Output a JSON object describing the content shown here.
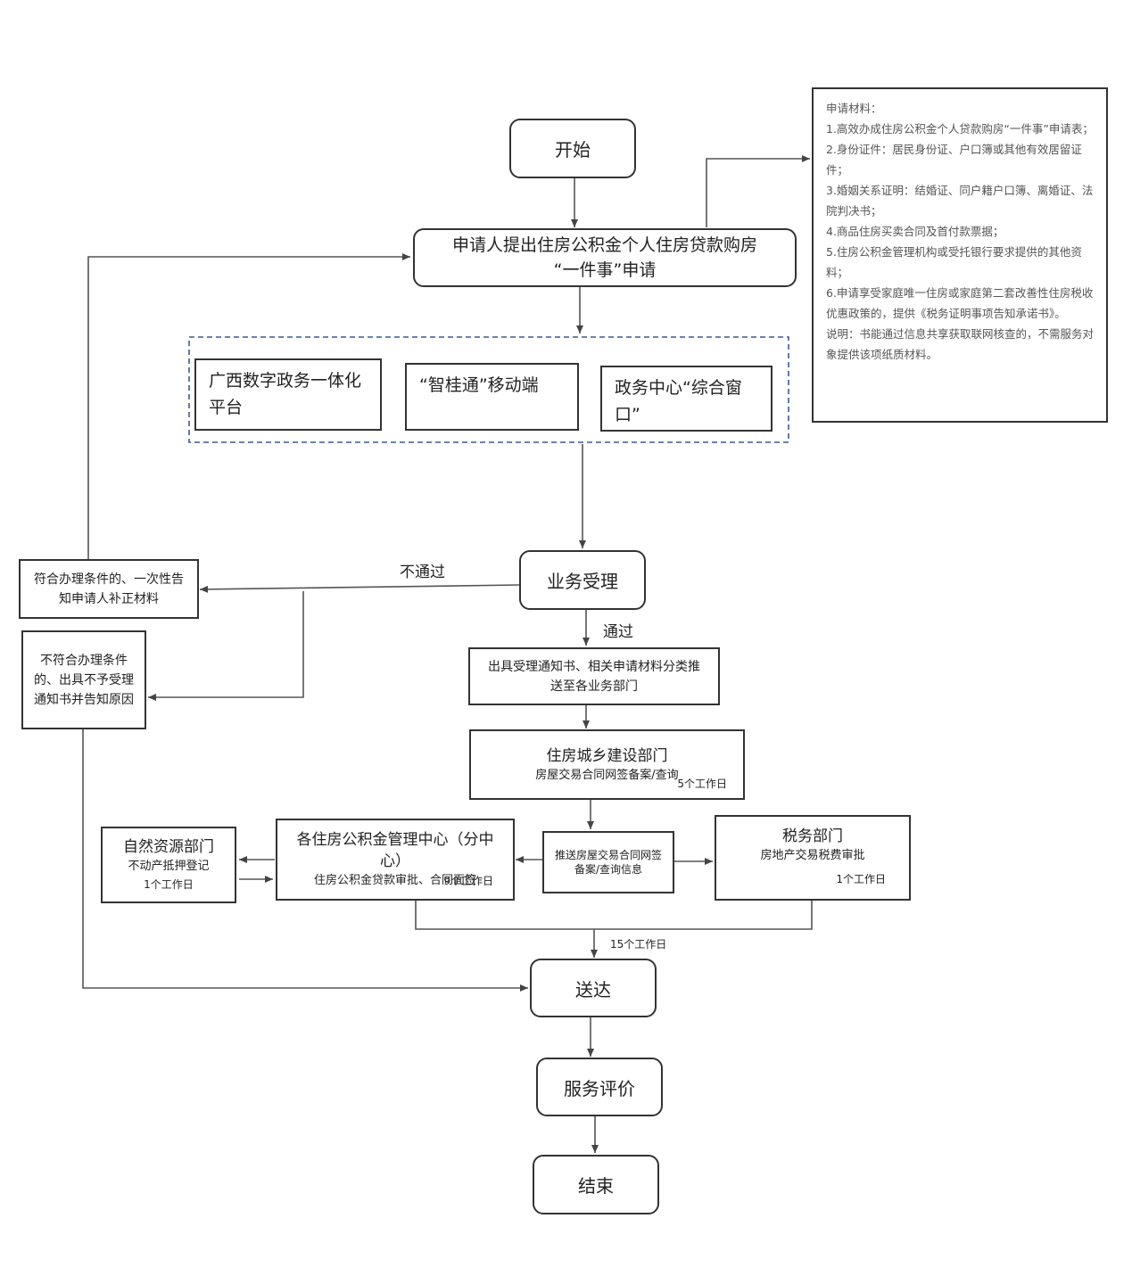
{
  "nodes": {
    "start": "开始",
    "apply_l1": "申请人提出住房公积金个人住房贷款购房",
    "apply_l2": "“一件事”申请",
    "channel1": "广西数字政务一体化平台",
    "channel2": "“智桂通”移动端",
    "channel3": "政务中心“综合窗口”",
    "accept": "业务受理",
    "supplement": "符合办理条件的、一次性告知申请人补正材料",
    "reject": "不符合办理条件的、出具不予受理通知书并告知原因",
    "dispatch": "出具受理通知书、相关申请材料分类推送至各业务部门",
    "housing_title": "住房城乡建设部门",
    "housing_sub": "房屋交易合同网签备案/查询",
    "housing_days": "5个工作日",
    "fund_title": "各住房公积金管理中心（分中心）",
    "fund_sub": "住房公积金贷款审批、合同面签",
    "fund_days": "9个工作日",
    "natural_title": "自然资源部门",
    "natural_sub": "不动产抵押登记",
    "natural_days": "1个工作日",
    "push": "推送房屋交易合同网签备案/查询信息",
    "tax_title": "税务部门",
    "tax_sub": "房地产交易税费审批",
    "tax_days": "1个工作日",
    "deliver": "送达",
    "evaluate": "服务评价",
    "end": "结束"
  },
  "edge_labels": {
    "fail": "不通过",
    "pass": "通过",
    "total_days": "15个工作日"
  },
  "materials": {
    "heading": "申请材料：",
    "items": [
      "1.高效办成住房公积金个人贷款购房“一件事”申请表；",
      "2.身份证件：居民身份证、户口簿或其他有效居留证件；",
      "3.婚姻关系证明：结婚证、同户籍户口簿、离婚证、法院判决书；",
      "4.商品住房买卖合同及首付款票据；",
      "5.住房公积金管理机构或受托银行要求提供的其他资料；",
      "6.申请享受家庭唯一住房或家庭第二套改善性住房税收优惠政策的，提供《税务证明事项告知承诺书》。",
      "说明：书能通过信息共享获取联网核查的，不需服务对象提供该项纸质材料。"
    ]
  }
}
